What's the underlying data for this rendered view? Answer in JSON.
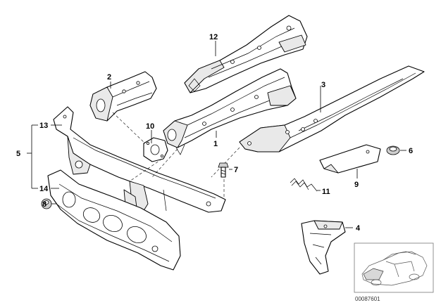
{
  "callouts": {
    "p1": "1",
    "p2": "2",
    "p3": "3",
    "p4": "4",
    "p5": "5",
    "p6": "6",
    "p7": "7",
    "p8": "8",
    "p9": "9",
    "p10": "10",
    "p11": "11",
    "p12": "12",
    "p13": "13",
    "p14": "14"
  },
  "document_id": "00087601"
}
